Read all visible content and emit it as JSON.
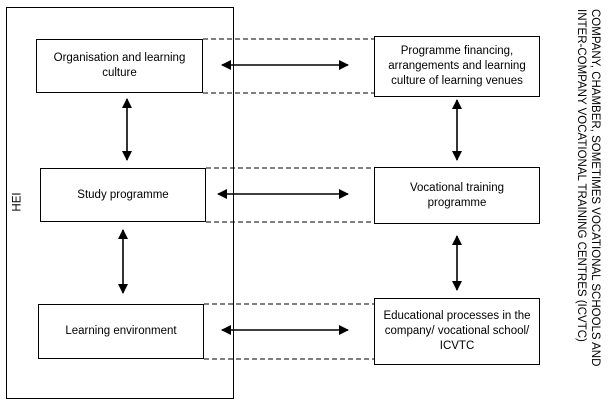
{
  "frame_label": "HEI",
  "side_label": {
    "line1": "COMPANY, CHAMBER, SOMETIMES VOCATIONAL SCHOOLS AND",
    "line2": "INTER-COMPANY VOCATIONAL TRAINING CENTRES (ICVTC)"
  },
  "left_boxes": {
    "organisation": "Organisation and learning culture",
    "study": "Study programme",
    "environment": "Learning environment"
  },
  "right_boxes": {
    "financing": "Programme financing, arrangements and learning culture of learning venues",
    "vocational": "Vocational training programme",
    "processes": "Educational processes in the company/ vocational school/ ICVTC"
  }
}
